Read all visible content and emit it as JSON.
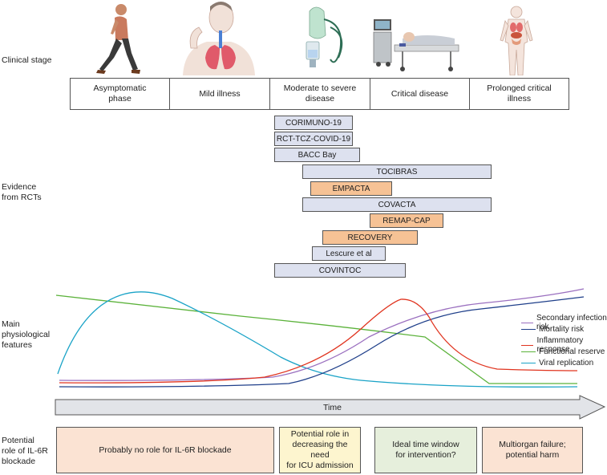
{
  "rows": {
    "clinical_stage": "Clinical stage",
    "evidence": [
      "Evidence",
      "from RCTs"
    ],
    "physiological": [
      "Main",
      "physiological",
      "features"
    ],
    "role": [
      "Potential",
      "role of IL-6R",
      "blockade"
    ]
  },
  "stages": [
    {
      "label": [
        "Asymptomatic",
        "phase"
      ]
    },
    {
      "label": [
        "Mild illness"
      ]
    },
    {
      "label": [
        "Moderate to severe",
        "disease"
      ]
    },
    {
      "label": [
        "Critical disease"
      ]
    },
    {
      "label": [
        "Prolonged critical",
        "illness"
      ]
    }
  ],
  "trials": [
    {
      "name": "CORIMUNO-19",
      "color": "blue"
    },
    {
      "name": "RCT-TCZ-COVID-19",
      "color": "blue"
    },
    {
      "name": "BACC Bay",
      "color": "blue"
    },
    {
      "name": "TOCIBRAS",
      "color": "blue"
    },
    {
      "name": "EMPACTA",
      "color": "orange"
    },
    {
      "name": "COVACTA",
      "color": "blue"
    },
    {
      "name": "REMAP-CAP",
      "color": "orange"
    },
    {
      "name": "RECOVERY",
      "color": "orange"
    },
    {
      "name": "Lescure et al",
      "color": "blue"
    },
    {
      "name": "COVINTOC",
      "color": "blue"
    }
  ],
  "colors": {
    "trial_blue": "#dde1ef",
    "trial_orange": "#f6c295",
    "secondary_infection": "#9a6fbf",
    "mortality": "#1f3f8a",
    "inflammatory": "#e0341f",
    "functional_reserve": "#5bb23a",
    "viral_replication": "#1aa3c7",
    "role_1": "#fbe3d3",
    "role_2": "#fdf5cf",
    "role_3": "#e6efdc",
    "role_4": "#fbe3d3"
  },
  "legend": [
    {
      "label": "Secondary infection risk",
      "key": "secondary_infection"
    },
    {
      "label": "Mortality risk",
      "key": "mortality"
    },
    {
      "label": "Inflammatory response",
      "key": "inflammatory"
    },
    {
      "label": "Functional reserve",
      "key": "functional_reserve"
    },
    {
      "label": "Viral replication",
      "key": "viral_replication"
    }
  ],
  "time_label": "Time",
  "roles": [
    {
      "label": [
        "Probably no role for IL-6R blockade"
      ]
    },
    {
      "label": [
        "Potential role in",
        "decreasing the need",
        "for ICU admission"
      ]
    },
    {
      "label": [
        "Ideal time window",
        "for intervention?"
      ]
    },
    {
      "label": [
        "Multiorgan failure;",
        "potential harm"
      ]
    }
  ]
}
